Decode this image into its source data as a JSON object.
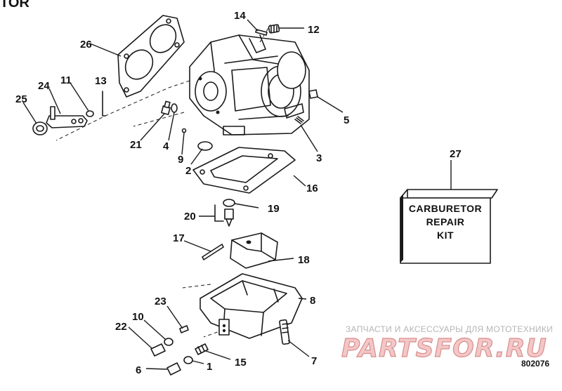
{
  "header": {
    "title_fragment": "TOR"
  },
  "callouts": [
    "1",
    "2",
    "3",
    "4",
    "5",
    "6",
    "7",
    "8",
    "9",
    "10",
    "11",
    "12",
    "13",
    "14",
    "15",
    "16",
    "17",
    "18",
    "19",
    "20",
    "21",
    "22",
    "23",
    "24",
    "25",
    "26",
    "27"
  ],
  "kit_box": {
    "line1": "CARBURETOR",
    "line2": "REPAIR",
    "line3": "KIT"
  },
  "figure_code": "802076",
  "watermark": {
    "tagline": "ЗАПЧАСТИ И АКСЕССУАРЫ ДЛЯ МОТОТЕХНИКИ",
    "brand": "PARTSFOR.RU",
    "color": "#e8a0a0"
  }
}
